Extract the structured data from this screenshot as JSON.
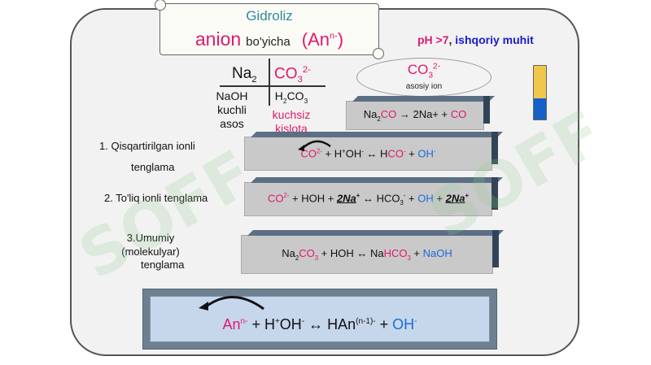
{
  "header": {
    "title": "Gidroliz",
    "anion": "anion",
    "boyicha": "bo'yicha",
    "formula_main": "(An",
    "formula_sup": "n-",
    "formula_close": ")"
  },
  "ph_note": {
    "part1": "pH >7",
    "comma": ", ",
    "part2": "ishqoriy muhit"
  },
  "salt": {
    "na": "Na",
    "na_sub": "2",
    "co3": "CO",
    "co3_sub": "3",
    "co3_sup": "2-",
    "base_lines": [
      "NaOH",
      "kuchli",
      "asos"
    ],
    "acid_formula": "H",
    "acid_sub1": "2",
    "acid_co": "CO",
    "acid_sub2": "3",
    "acid_lines": [
      "kuchsiz",
      "kislota"
    ]
  },
  "main_ion": {
    "formula": "CO",
    "sub": "3",
    "sup": "2-",
    "label": "asosiy ion"
  },
  "indicator": {
    "top_color": "#f0c74a",
    "bottom_color": "#1560c8"
  },
  "equations": {
    "dissociation": {
      "lhs": "Na",
      "lhs_sub": "2",
      "co": "CO",
      "arrow": " → 2Na+ + ",
      "rhs": "CO"
    },
    "short_ionic": {
      "co3": "CO",
      "co3_sup": "2-",
      "mid": " + H",
      "mid_sup": "+",
      "oh": "OH",
      "oh_sup": "-",
      "arrow": " ↔ H",
      "hco": "CO",
      "hco_sup": "-",
      "plus": " + ",
      "oh2": "OH",
      "oh2_sup": "-"
    },
    "full_ionic": {
      "co3": "CO",
      "co3_sup": "2-",
      "hoh": " + HOH + ",
      "na1": "2Na",
      "na1_sup": "+",
      "arrow": " ↔ HCO",
      "hco_sub": "3",
      "hco_sup": "-",
      "plus": " + ",
      "oh": "OH",
      "plus2": " + ",
      "na2": "2Na",
      "na2_sup": "+"
    },
    "molecular": {
      "lhs": "Na",
      "lhs_sub": "2",
      "co3": "CO",
      "co3_sub": "3",
      "mid": " + HOH ↔ Na",
      "hco3": "HCO",
      "hco3_sub": "3",
      "plus": " + ",
      "naoh": "NaOH"
    }
  },
  "labels": {
    "l1a": "1. Qisqartirilgan ionli",
    "l1b": "tenglama",
    "l2": "2. To'liq ionli tenglama",
    "l3a": "3.Umumiy",
    "l3b": "(molekulyar)",
    "l3c": "tenglama"
  },
  "general": {
    "an": "An",
    "an_sup": "n-",
    "mid": " + H",
    "h_sup": "+",
    "oh": "OH",
    "oh_sup": "-",
    "arrow": " ↔ HAn",
    "han_sup": "(n-1)-",
    "plus": " + ",
    "oh2": "OH",
    "oh2_sup": "-"
  },
  "watermark": {
    "text": "SOFF"
  }
}
